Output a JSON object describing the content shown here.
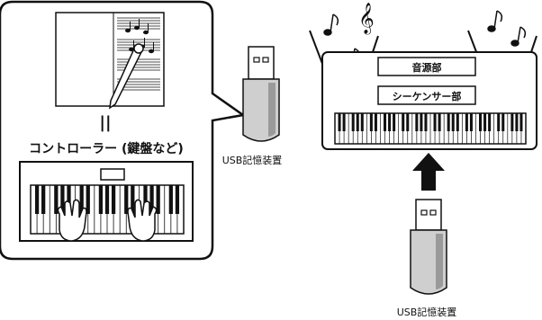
{
  "left_panel": {
    "equals_sign": "||",
    "controller_label": "コントローラー (鍵盤など)"
  },
  "usb_left": {
    "label": "USB記憶装置"
  },
  "instrument": {
    "tone_generator_label": "音源部",
    "sequencer_label": "シーケンサー部"
  },
  "usb_bottom": {
    "label": "USB記憶装置"
  },
  "colors": {
    "ink": "#111111",
    "usb_body": "#cfcfcf",
    "usb_shade": "#9a9a9a",
    "panel_fill": "#ffffff"
  }
}
